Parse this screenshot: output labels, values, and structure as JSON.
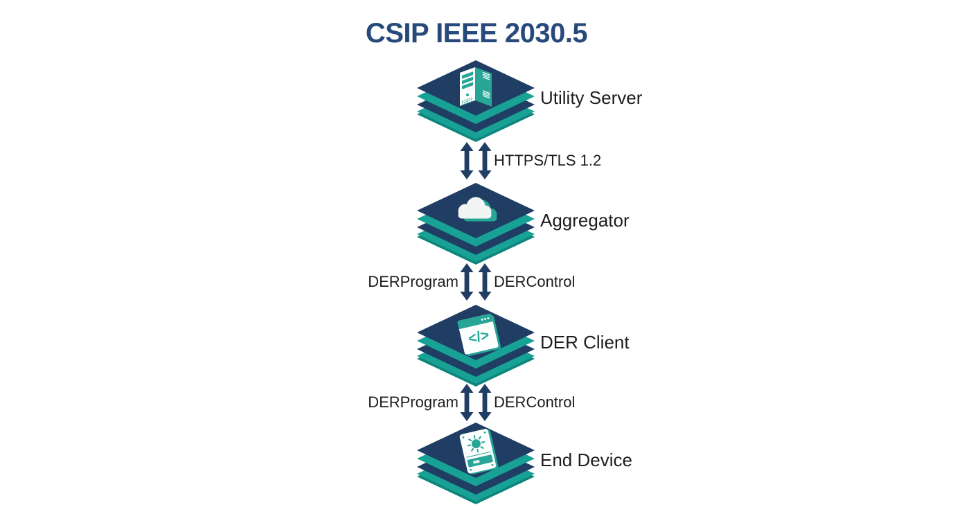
{
  "title": "CSIP IEEE 2030.5",
  "colors": {
    "navy": "#203e63",
    "title_navy": "#28497b",
    "teal": "#17a295",
    "teal_dark": "#0d857b",
    "icon_teal": "#27a698",
    "label_black": "#1d1d1f",
    "background": "#ffffff"
  },
  "nodes": [
    {
      "id": "utility-server",
      "label": "Utility Server",
      "icon": "server-icon"
    },
    {
      "id": "aggregator",
      "label": "Aggregator",
      "icon": "cloud-icon"
    },
    {
      "id": "der-client",
      "label": "DER Client",
      "icon": "code-window-icon",
      "icon_glyph": "</>"
    },
    {
      "id": "end-device",
      "label": "End Device",
      "icon": "inverter-icon"
    }
  ],
  "links": [
    {
      "from": "utility-server",
      "to": "aggregator",
      "left_label": "",
      "right_label": "HTTPS/TLS 1.2",
      "arrows": "bidirectional-pair"
    },
    {
      "from": "aggregator",
      "to": "der-client",
      "left_label": "DERProgram",
      "right_label": "DERControl",
      "arrows": "bidirectional-pair"
    },
    {
      "from": "der-client",
      "to": "end-device",
      "left_label": "DERProgram",
      "right_label": "DERControl",
      "arrows": "bidirectional-pair"
    }
  ]
}
